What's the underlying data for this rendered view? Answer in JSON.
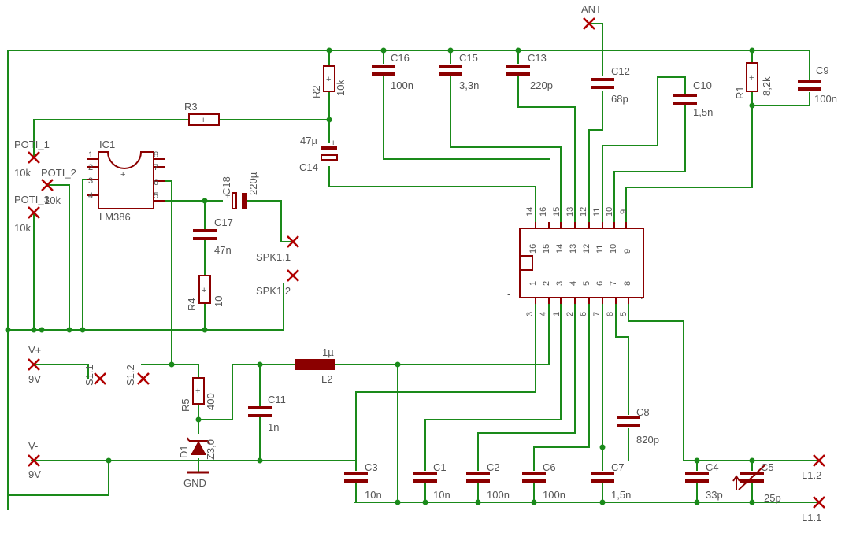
{
  "components": {
    "ic1": {
      "ref": "IC1",
      "value": "LM386",
      "pins": [
        "1",
        "2",
        "3",
        "4",
        "5",
        "6",
        "7",
        "8"
      ]
    },
    "ic_main": {
      "inner_pins": [
        "16",
        "15",
        "14",
        "13",
        "12",
        "11",
        "10",
        "9",
        "1",
        "2",
        "3",
        "4",
        "5",
        "6",
        "7",
        "8"
      ],
      "outer_top": [
        "14",
        "16",
        "15",
        "13",
        "12",
        "11",
        "10",
        "9"
      ],
      "outer_bottom": [
        "3",
        "4",
        "1",
        "2",
        "6",
        "7",
        "8",
        "5"
      ]
    },
    "r1": {
      "ref": "R1",
      "value": "8,2k"
    },
    "r2": {
      "ref": "R2",
      "value": "10k"
    },
    "r3": {
      "ref": "R3"
    },
    "r4": {
      "ref": "R4",
      "value": "10"
    },
    "r5": {
      "ref": "R5",
      "value": "400"
    },
    "c1": {
      "ref": "C1",
      "value": "10n"
    },
    "c2": {
      "ref": "C2",
      "value": "100n"
    },
    "c3": {
      "ref": "C3",
      "value": "10n"
    },
    "c4": {
      "ref": "C4",
      "value": "33p"
    },
    "c5": {
      "ref": "C5",
      "value": "25p"
    },
    "c6": {
      "ref": "C6",
      "value": "100n"
    },
    "c7": {
      "ref": "C7",
      "value": "1,5n"
    },
    "c8": {
      "ref": "C8",
      "value": "820p"
    },
    "c9": {
      "ref": "C9",
      "value": "100n"
    },
    "c10": {
      "ref": "C10",
      "value": "1,5n"
    },
    "c11": {
      "ref": "C11",
      "value": "1n"
    },
    "c12": {
      "ref": "C12",
      "value": "68p"
    },
    "c13": {
      "ref": "C13",
      "value": "220p"
    },
    "c14": {
      "ref": "C14",
      "value": "47µ"
    },
    "c15": {
      "ref": "C15",
      "value": "3,3n"
    },
    "c16": {
      "ref": "C16",
      "value": "100n"
    },
    "c17": {
      "ref": "C17",
      "value": "47n"
    },
    "c18": {
      "ref": "C18",
      "value": "220µ"
    },
    "l2": {
      "ref": "L2",
      "value": "1µ"
    },
    "d1": {
      "ref": "D1",
      "value": "Z3,0"
    }
  },
  "connectors": {
    "ant": "ANT",
    "poti1": {
      "ref": "POTI_1",
      "value": "10k"
    },
    "poti2": {
      "ref": "POTI_2",
      "value": "10k"
    },
    "poti3": {
      "ref": "POTI_3",
      "value": "10k"
    },
    "spk1": "SPK1.1",
    "spk2": "SPK1.2",
    "vplus": {
      "ref": "V+",
      "value": "9V"
    },
    "vminus": {
      "ref": "V-",
      "value": "9V"
    },
    "s11": "S1.1",
    "s12": "S1.2",
    "l11": "L1.1",
    "l12": "L1.2",
    "gnd": "GND"
  },
  "colors": {
    "wire": "#1a8a1a",
    "part": "#8b0000",
    "label": "#555555"
  }
}
